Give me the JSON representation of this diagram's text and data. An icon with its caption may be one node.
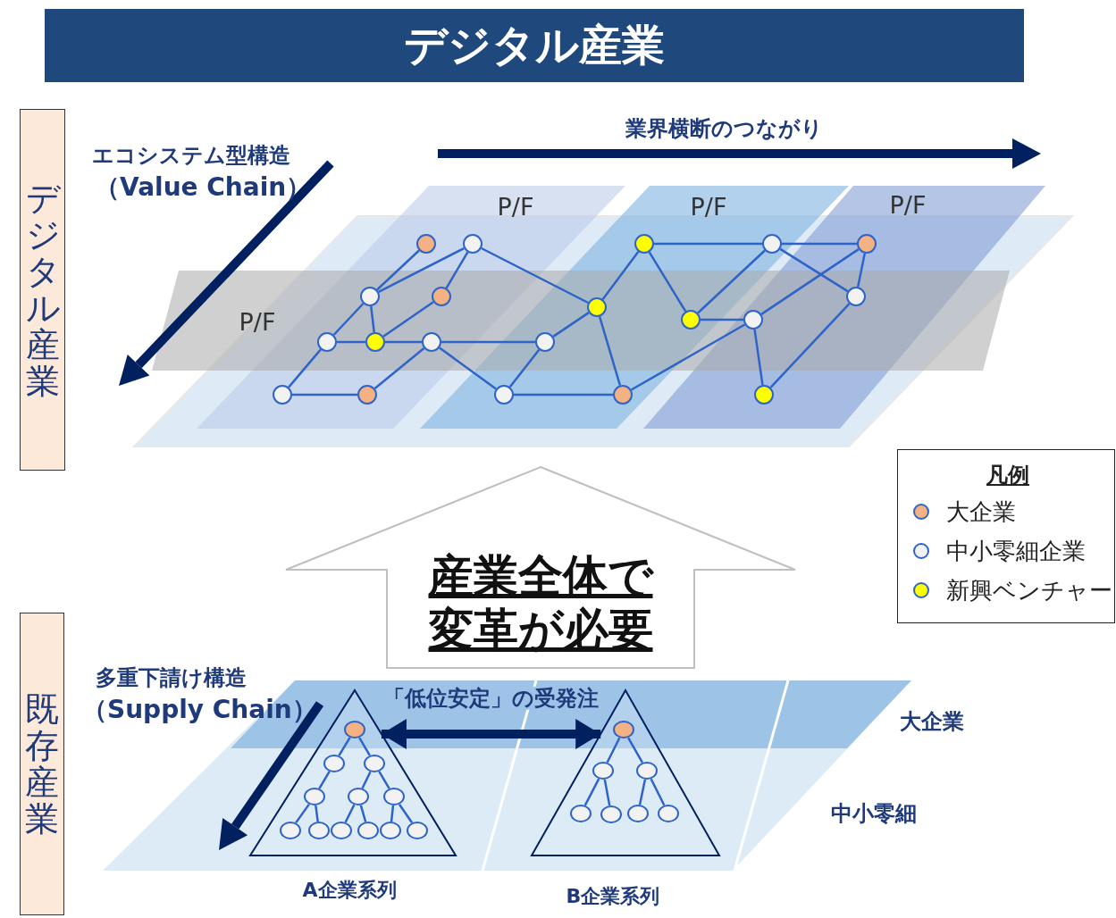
{
  "diagram": {
    "title": "デジタル産業",
    "nodes": [
      {
        "text": [
          "デジタル産業"
        ]
      },
      {
        "text": [],
        "shape": "circle"
      },
      {
        "text": [],
        "shape": "circle"
      },
      {
        "text": [],
        "shape": "circle"
      },
      {
        "text": [],
        "shape": "circle"
      },
      {
        "text": [],
        "shape": "circle"
      },
      {
        "text": [],
        "shape": "circle"
      },
      {
        "text": [],
        "shape": "circle"
      },
      {
        "text": [],
        "shape": "circle"
      },
      {
        "text": [],
        "shape": "circle"
      },
      {
        "text": [],
        "shape": "circle"
      },
      {
        "text": [],
        "shape": "circle"
      },
      {
        "text": [],
        "shape": "circle"
      },
      {
        "text": [],
        "shape": "circle"
      },
      {
        "text": [],
        "shape": "circle"
      },
      {
        "text": [],
        "shape": "circle"
      },
      {
        "text": [],
        "shape": "circle"
      },
      {
        "text": [],
        "shape": "circle"
      },
      {
        "text": [],
        "shape": "circle"
      },
      {
        "text": [],
        "shape": "circle"
      },
      {
        "text": [],
        "shape": "circle"
      },
      {
        "text": [
          "産業全体で変革が必要"
        ]
      },
      {
        "text": [
          "既存産業"
        ]
      },
      {
        "text": [],
        "shape": "triangle",
        "beside": [
          "A企業系列"
        ]
      },
      {
        "text": [],
        "shape": "circle",
        "in": 23
      },
      {
        "text": [],
        "shape": "circle",
        "in": 23
      },
      {
        "text": [],
        "shape": "circle",
        "in": 23
      },
      {
        "text": [],
        "shape": "circle",
        "in": 23
      },
      {
        "text": [],
        "shape": "circle",
        "in": 23
      },
      {
        "text": [],
        "shape": "circle",
        "in": 23
      },
      {
        "text": [],
        "shape": "circle",
        "in": 23
      },
      {
        "text": [],
        "shape": "circle",
        "in": 23
      },
      {
        "text": [],
        "shape": "circle",
        "in": 23
      },
      {
        "text": [],
        "shape": "circle",
        "in": 23
      },
      {
        "text": [],
        "shape": "circle",
        "in": 23
      },
      {
        "text": [],
        "shape": "circle",
        "in": 23
      },
      {
        "text": [],
        "shape": "triangle",
        "beside": [
          "B企業系列"
        ]
      },
      {
        "text": [],
        "shape": "circle",
        "in": 36
      },
      {
        "text": [],
        "shape": "circle",
        "in": 36
      },
      {
        "text": [],
        "shape": "circle",
        "in": 36
      },
      {
        "text": [],
        "shape": "circle",
        "in": 36
      },
      {
        "text": [],
        "shape": "circle",
        "in": 36
      },
      {
        "text": [],
        "shape": "circle",
        "in": 36
      },
      {
        "text": [],
        "shape": "circle",
        "in": 36
      }
    ],
    "edges": [
      {
        "from": 1,
        "to": 6,
        "arrow": "none"
      },
      {
        "from": 2,
        "to": 6,
        "arrow": "none"
      },
      {
        "from": 2,
        "to": 7,
        "arrow": "none"
      },
      {
        "from": 2,
        "to": 9,
        "arrow": "none"
      },
      {
        "from": 6,
        "to": 12,
        "arrow": "none"
      },
      {
        "from": 6,
        "to": 13,
        "arrow": "none"
      },
      {
        "from": 7,
        "to": 13,
        "arrow": "none"
      },
      {
        "from": 12,
        "to": 13,
        "arrow": "none"
      },
      {
        "from": 13,
        "to": 14,
        "arrow": "none"
      },
      {
        "from": 14,
        "to": 15,
        "arrow": "none"
      },
      {
        "from": 12,
        "to": 16,
        "arrow": "none"
      },
      {
        "from": 16,
        "to": 17,
        "arrow": "none"
      },
      {
        "from": 17,
        "to": 14,
        "arrow": "none"
      },
      {
        "from": 14,
        "to": 18,
        "arrow": "none"
      },
      {
        "from": 18,
        "to": 15,
        "arrow": "none"
      },
      {
        "from": 15,
        "to": 9,
        "arrow": "none"
      },
      {
        "from": 9,
        "to": 3,
        "arrow": "none"
      },
      {
        "from": 9,
        "to": 19,
        "arrow": "none"
      },
      {
        "from": 18,
        "to": 19,
        "arrow": "none"
      },
      {
        "from": 19,
        "to": 11,
        "arrow": "none"
      },
      {
        "from": 3,
        "to": 4,
        "arrow": "none"
      },
      {
        "from": 4,
        "to": 5,
        "arrow": "none"
      },
      {
        "from": 3,
        "to": 10,
        "arrow": "none"
      },
      {
        "from": 10,
        "to": 4,
        "arrow": "none"
      },
      {
        "from": 10,
        "to": 11,
        "arrow": "none"
      },
      {
        "from": 11,
        "to": 5,
        "arrow": "none"
      },
      {
        "from": 4,
        "to": 8,
        "arrow": "none"
      },
      {
        "from": 5,
        "to": 8,
        "arrow": "none"
      },
      {
        "from": 11,
        "to": 20,
        "arrow": "none"
      },
      {
        "from": 8,
        "to": 20,
        "arrow": "none"
      },
      {
        "from": 24,
        "to": 25,
        "arrow": "none"
      },
      {
        "from": 24,
        "to": 26,
        "arrow": "none"
      },
      {
        "from": 25,
        "to": 27,
        "arrow": "none"
      },
      {
        "from": 26,
        "to": 28,
        "arrow": "none"
      },
      {
        "from": 26,
        "to": 29,
        "arrow": "none"
      },
      {
        "from": 27,
        "to": 30,
        "arrow": "none"
      },
      {
        "from": 27,
        "to": 31,
        "arrow": "none"
      },
      {
        "from": 28,
        "to": 32,
        "arrow": "none"
      },
      {
        "from": 28,
        "to": 33,
        "arrow": "none"
      },
      {
        "from": 29,
        "to": 34,
        "arrow": "none"
      },
      {
        "from": 29,
        "to": 35,
        "arrow": "none"
      },
      {
        "from": 37,
        "to": 38,
        "arrow": "none"
      },
      {
        "from": 37,
        "to": 39,
        "arrow": "none"
      },
      {
        "from": 38,
        "to": 40,
        "arrow": "none"
      },
      {
        "from": 38,
        "to": 41,
        "arrow": "none"
      },
      {
        "from": 39,
        "to": 42,
        "arrow": "none"
      },
      {
        "from": 39,
        "to": 43,
        "arrow": "none"
      },
      {
        "from": 23,
        "to": 36,
        "arrow": "both",
        "label": "「低位安定」の受発注",
        "style": "thick",
        "color": "#002060"
      }
    ],
    "labels": [
      "業界横断のつながり",
      "エコシステム型構造",
      "（Value Chain）",
      "P/F",
      "P/F",
      "P/F",
      "P/F",
      "凡例",
      "多重下請け構造",
      "（Supply Chain）",
      "大企業",
      "中小零細"
    ],
    "legend": [
      {
        "text": "大企業",
        "color": "#f4b183"
      },
      {
        "text": "中小零細企業",
        "color": "#f2f2f2"
      },
      {
        "text": "新興ベンチャー",
        "color": "#ffff00"
      }
    ]
  }
}
